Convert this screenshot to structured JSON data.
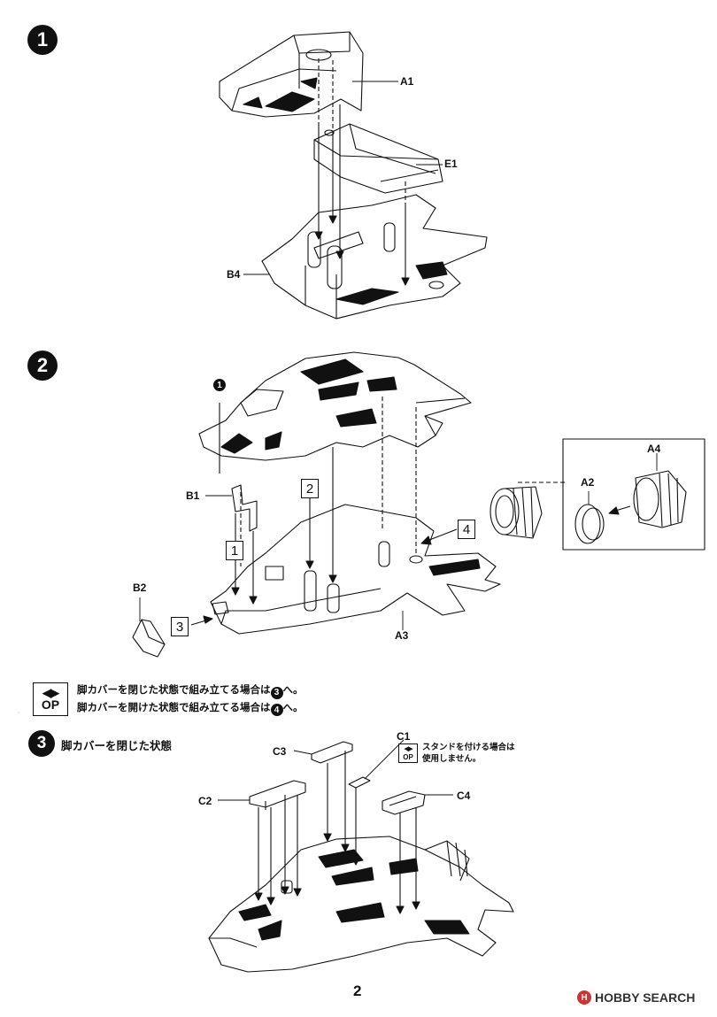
{
  "steps": [
    {
      "number": "1"
    },
    {
      "number": "2"
    },
    {
      "number": "3",
      "title": "脚カバーを閉じた状態"
    }
  ],
  "step1": {
    "labels": {
      "a1": "A1",
      "e1": "E1",
      "b4": "B4"
    }
  },
  "step2": {
    "ref_badge": "1",
    "labels": {
      "b1": "B1",
      "b2": "B2",
      "a2": "A2",
      "a3": "A3",
      "a4": "A4"
    },
    "sequence": {
      "s1": "1",
      "s2": "2",
      "s3": "3",
      "s4": "4"
    }
  },
  "option_note": {
    "icon_text": "OP",
    "line1_text": "脚カバーを閉じた状態で組み立てる場合は",
    "line1_badge": "3",
    "line1_suffix": "へ。",
    "line2_text": "脚カバーを開けた状態で組み立てる場合は",
    "line2_badge": "4",
    "line2_suffix": "へ。"
  },
  "step3": {
    "labels": {
      "c1": "C1",
      "c2": "C2",
      "c3": "C3",
      "c4": "C4"
    },
    "stand_note": {
      "icon_text": "OP",
      "line1": "スタンドを付ける場合は",
      "line2": "使用しません。"
    }
  },
  "page_number": "2",
  "watermark": {
    "logo": "H",
    "text": "HOBBY SEARCH"
  }
}
